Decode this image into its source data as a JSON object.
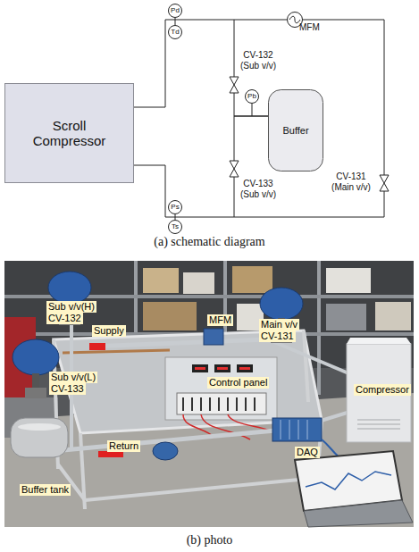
{
  "diagram": {
    "nodes": [
      {
        "text": [
          "Pd"
        ]
      },
      {
        "text": [
          "Td"
        ]
      },
      {
        "text": [
          "MFM"
        ]
      },
      {
        "text": [
          "CV-132 (Sub v/v)"
        ]
      },
      {
        "text": [
          "Pb"
        ]
      },
      {
        "text": [
          "Buffer"
        ]
      },
      {
        "text": [
          "Scroll Compressor"
        ]
      },
      {
        "text": [
          "CV-131 (Main v/v)"
        ]
      },
      {
        "text": [
          "CV-133 (Sub v/v)"
        ]
      },
      {
        "text": [
          "Ps"
        ]
      },
      {
        "text": [
          "Ts"
        ]
      }
    ],
    "edges": [
      {
        "from": 6,
        "to": 2,
        "arrow": "none"
      },
      {
        "from": 2,
        "to": 7,
        "arrow": "none"
      },
      {
        "from": 7,
        "to": 6,
        "arrow": "none"
      },
      {
        "from": 3,
        "to": 5,
        "arrow": "none"
      },
      {
        "from": 5,
        "to": 8,
        "arrow": "none"
      }
    ],
    "labels": [
      "(a) schematic diagram",
      "Sub v/v(H)",
      "CV-132",
      "Supply",
      "MFM",
      "Main v/v",
      "CV-131",
      "Sub v/v(L)",
      "CV-133",
      "Control panel",
      "Compressor",
      "Return",
      "Buffer tank",
      "DAQ",
      "(b) photo"
    ]
  }
}
